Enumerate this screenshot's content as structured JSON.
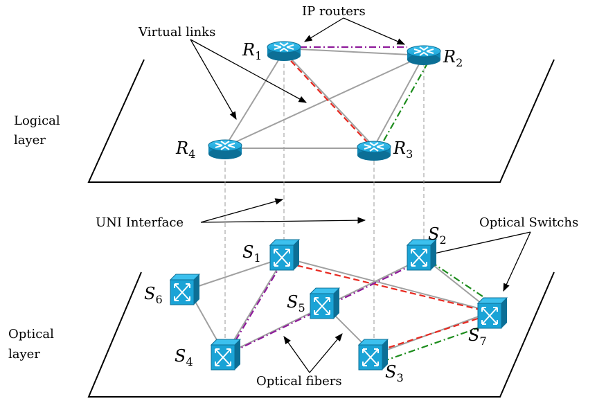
{
  "labels": {
    "ip_routers": "IP routers",
    "virtual_links": "Virtual links",
    "logical_layer_1": "Logical",
    "logical_layer_2": "layer",
    "uni_interface": "UNI Interface",
    "optical_switches": "Optical Switchs",
    "optical_layer_1": "Optical",
    "optical_layer_2": "layer",
    "optical_fibers": "Optical fibers"
  },
  "routers": [
    {
      "id": "R1",
      "letter": "R",
      "sub": "1"
    },
    {
      "id": "R2",
      "letter": "R",
      "sub": "2"
    },
    {
      "id": "R3",
      "letter": "R",
      "sub": "3"
    },
    {
      "id": "R4",
      "letter": "R",
      "sub": "4"
    }
  ],
  "switches": [
    {
      "id": "S1",
      "letter": "S",
      "sub": "1"
    },
    {
      "id": "S2",
      "letter": "S",
      "sub": "2"
    },
    {
      "id": "S3",
      "letter": "S",
      "sub": "3"
    },
    {
      "id": "S4",
      "letter": "S",
      "sub": "4"
    },
    {
      "id": "S5",
      "letter": "S",
      "sub": "5"
    },
    {
      "id": "S6",
      "letter": "S",
      "sub": "6"
    },
    {
      "id": "S7",
      "letter": "S",
      "sub": "7"
    }
  ],
  "colors": {
    "device_fill": "#1aa3d6",
    "device_dark": "#0c6f96",
    "link_gray": "#a0a0a0",
    "path_red": "#e8281f",
    "path_purple": "#8e1a9a",
    "path_green": "#1c8c1c"
  }
}
